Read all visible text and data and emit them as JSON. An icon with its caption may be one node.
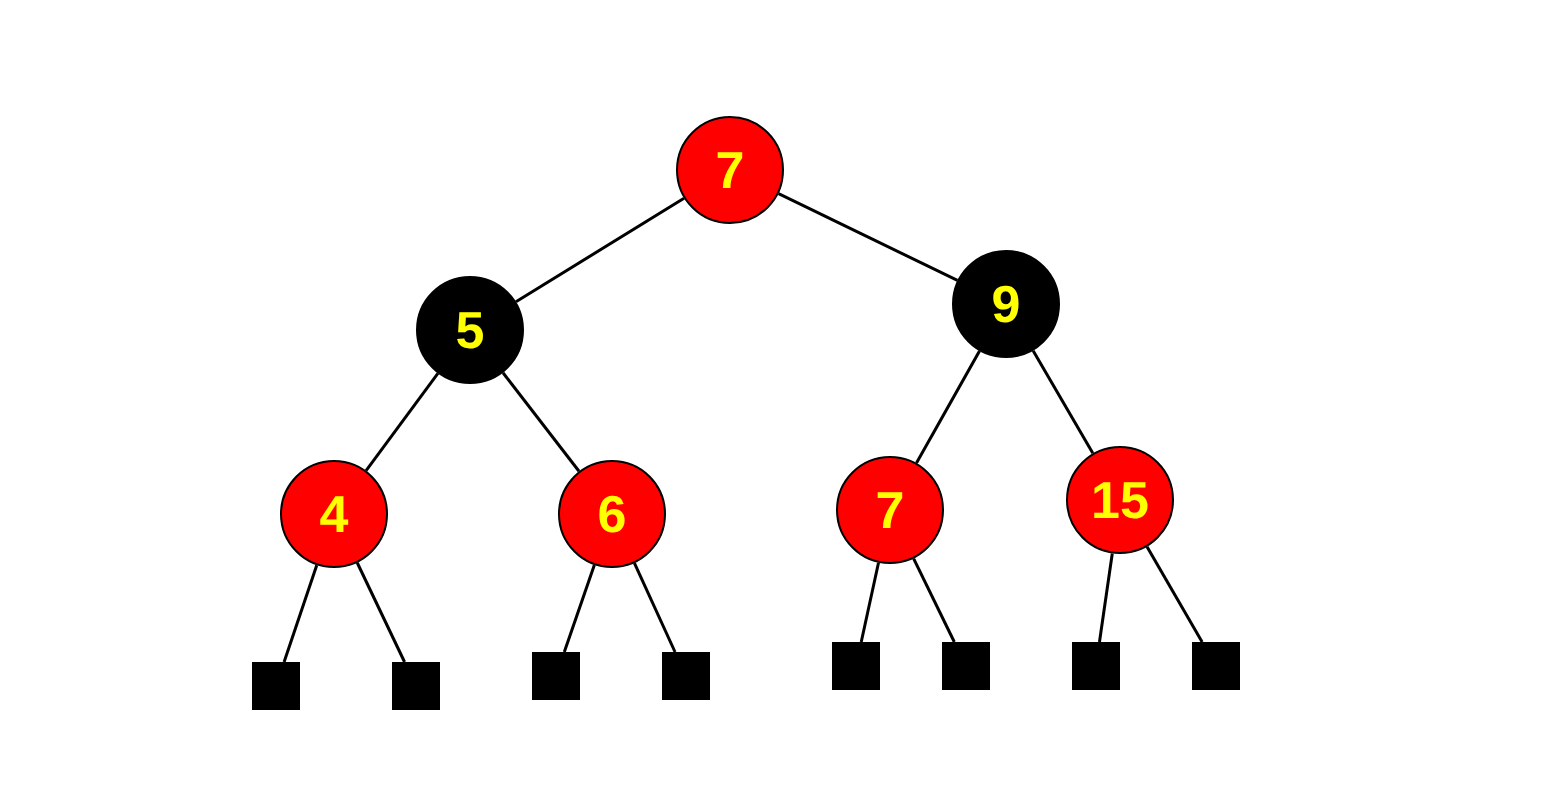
{
  "diagram": {
    "nodes": [
      {
        "text": [
          "7"
        ]
      },
      {
        "text": [
          "5"
        ]
      },
      {
        "text": [
          "9"
        ]
      },
      {
        "text": [
          "4"
        ]
      },
      {
        "text": [
          "6"
        ]
      },
      {
        "text": [
          "7"
        ]
      },
      {
        "text": [
          "15"
        ]
      },
      {
        "text": [],
        "shape": "box"
      },
      {
        "text": [],
        "shape": "box"
      },
      {
        "text": [],
        "shape": "box"
      },
      {
        "text": [],
        "shape": "box"
      },
      {
        "text": [],
        "shape": "box"
      },
      {
        "text": [],
        "shape": "box"
      },
      {
        "text": [],
        "shape": "box"
      },
      {
        "text": [],
        "shape": "box"
      }
    ],
    "edges": [
      {
        "from": 0,
        "to": 1,
        "arrow": "none"
      },
      {
        "from": 0,
        "to": 2,
        "arrow": "none"
      },
      {
        "from": 1,
        "to": 3,
        "arrow": "none"
      },
      {
        "from": 1,
        "to": 4,
        "arrow": "none"
      },
      {
        "from": 2,
        "to": 5,
        "arrow": "none"
      },
      {
        "from": 2,
        "to": 6,
        "arrow": "none"
      },
      {
        "from": 3,
        "to": 7,
        "arrow": "none"
      },
      {
        "from": 3,
        "to": 8,
        "arrow": "none"
      },
      {
        "from": 4,
        "to": 9,
        "arrow": "none"
      },
      {
        "from": 4,
        "to": 10,
        "arrow": "none"
      },
      {
        "from": 5,
        "to": 11,
        "arrow": "none"
      },
      {
        "from": 5,
        "to": 12,
        "arrow": "none"
      },
      {
        "from": 6,
        "to": 13,
        "arrow": "none"
      },
      {
        "from": 6,
        "to": 14,
        "arrow": "none"
      }
    ]
  }
}
